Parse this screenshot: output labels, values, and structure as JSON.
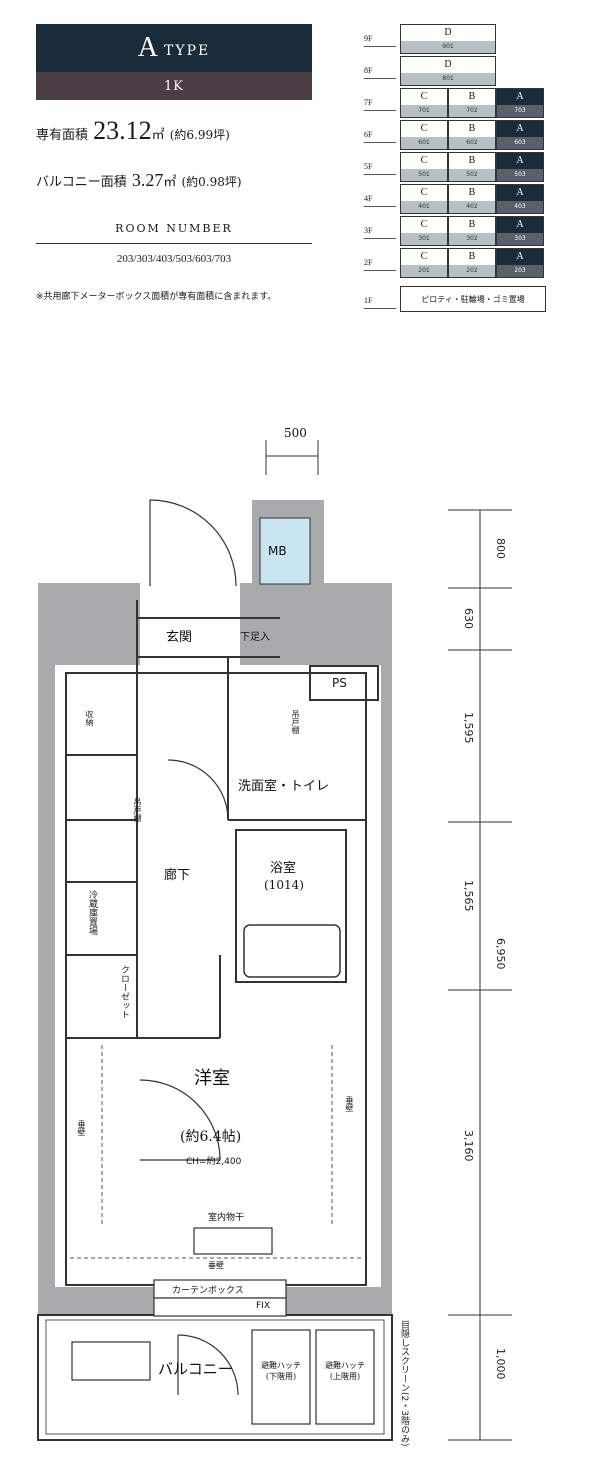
{
  "type_box": {
    "letter": "A",
    "word": "TYPE",
    "layout": "1K"
  },
  "area": {
    "exclusive_label": "専有面積",
    "exclusive_value": "23.12",
    "exclusive_unit": "㎡",
    "exclusive_tsubo": "(約6.99坪)",
    "balcony_label": "バルコニー面積",
    "balcony_value": "3.27",
    "balcony_unit": "㎡",
    "balcony_tsubo": "(約0.98坪)"
  },
  "room_number": {
    "title": "ROOM NUMBER",
    "value": "203/303/403/503/603/703"
  },
  "note": "※共用廊下メーターボックス面積が専有面積に含まれます。",
  "floors": [
    {
      "label": "9F",
      "units": [
        {
          "letter": "D",
          "num": "901",
          "dark": false,
          "wide": true
        }
      ]
    },
    {
      "label": "8F",
      "units": [
        {
          "letter": "D",
          "num": "801",
          "dark": false,
          "wide": true
        }
      ]
    },
    {
      "label": "7F",
      "units": [
        {
          "letter": "C",
          "num": "701",
          "dark": false
        },
        {
          "letter": "B",
          "num": "702",
          "dark": false
        },
        {
          "letter": "A",
          "num": "703",
          "dark": true
        }
      ]
    },
    {
      "label": "6F",
      "units": [
        {
          "letter": "C",
          "num": "601",
          "dark": false
        },
        {
          "letter": "B",
          "num": "602",
          "dark": false
        },
        {
          "letter": "A",
          "num": "603",
          "dark": true
        }
      ]
    },
    {
      "label": "5F",
      "units": [
        {
          "letter": "C",
          "num": "501",
          "dark": false
        },
        {
          "letter": "B",
          "num": "502",
          "dark": false
        },
        {
          "letter": "A",
          "num": "503",
          "dark": true
        }
      ]
    },
    {
      "label": "4F",
      "units": [
        {
          "letter": "C",
          "num": "401",
          "dark": false
        },
        {
          "letter": "B",
          "num": "402",
          "dark": false
        },
        {
          "letter": "A",
          "num": "403",
          "dark": true
        }
      ]
    },
    {
      "label": "3F",
      "units": [
        {
          "letter": "C",
          "num": "301",
          "dark": false
        },
        {
          "letter": "B",
          "num": "302",
          "dark": false
        },
        {
          "letter": "A",
          "num": "303",
          "dark": true
        }
      ]
    },
    {
      "label": "2F",
      "units": [
        {
          "letter": "C",
          "num": "201",
          "dark": false
        },
        {
          "letter": "B",
          "num": "202",
          "dark": false
        },
        {
          "letter": "A",
          "num": "203",
          "dark": true
        }
      ]
    }
  ],
  "ground_floor": {
    "label": "1F",
    "text": "ピロティ・駐輪場・ゴミ置場"
  },
  "plan": {
    "dim_top": "500",
    "dims_right": [
      "800",
      "630",
      "1,595",
      "1,565",
      "3,160",
      "1,000"
    ],
    "dim_total": "6,950",
    "rooms": {
      "entrance": "玄関",
      "shoe_box": "下足入",
      "mb": "MB",
      "ps": "PS",
      "washroom": "洗面室・トイレ",
      "bath": "浴室",
      "bath_size": "(1014)",
      "hallway": "廊下",
      "fridge": "冷蔵庫置場",
      "closet": "クローゼット",
      "western_room": "洋室",
      "western_size": "(約6.4帖)",
      "ceiling": "CH=約2,400",
      "indoor_dry": "室内物干",
      "curtain_box": "カーテンボックス",
      "fix": "FIX",
      "balcony": "バルコニー",
      "hatch_left": "避難ハッチ(下階用)",
      "hatch_right": "避難ハッチ(上階用)",
      "screen_note": "目隠しスクリーン(2・3階のみ)",
      "shelf": "吊戸棚",
      "shelf2": "吊戸棚",
      "storage": "収納",
      "valance1": "垂壁",
      "valance2": "垂壁",
      "valance3": "垂壁"
    }
  }
}
